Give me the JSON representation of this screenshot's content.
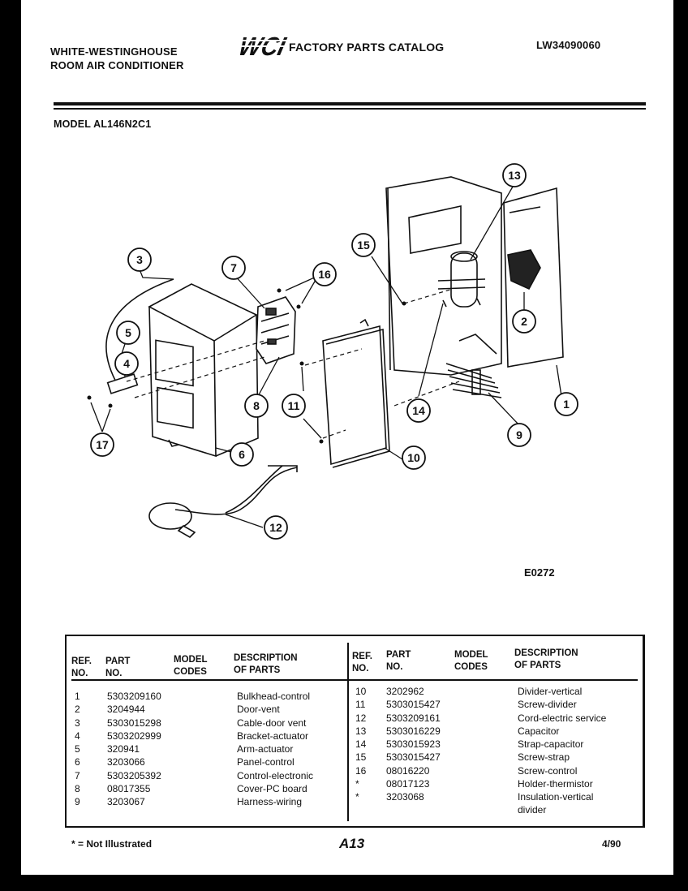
{
  "header": {
    "brand_line1": "WHITE-WESTINGHOUSE",
    "brand_line2": "ROOM AIR CONDITIONER",
    "logo_text": "WCI",
    "catalog_title": "FACTORY PARTS CATALOG",
    "catalog_number": "LW34090060",
    "model": "MODEL AL146N2C1"
  },
  "diagram": {
    "callouts": [
      "1",
      "2",
      "3",
      "4",
      "5",
      "6",
      "7",
      "8",
      "9",
      "10",
      "11",
      "12",
      "13",
      "14",
      "15",
      "16",
      "17"
    ],
    "drawing_code": "E0272"
  },
  "table": {
    "headers": {
      "ref_no": [
        "REF.",
        "NO."
      ],
      "part_no": [
        "PART",
        "NO."
      ],
      "model_codes": [
        "MODEL",
        "CODES"
      ],
      "description": [
        "DESCRIPTION",
        "OF PARTS"
      ]
    },
    "left_rows": [
      {
        "ref": "1",
        "part": "5303209160",
        "desc": "Bulkhead-control"
      },
      {
        "ref": "2",
        "part": "3204944",
        "desc": "Door-vent"
      },
      {
        "ref": "3",
        "part": "5303015298",
        "desc": "Cable-door vent"
      },
      {
        "ref": "4",
        "part": "5303202999",
        "desc": "Bracket-actuator"
      },
      {
        "ref": "5",
        "part": "320941",
        "desc": "Arm-actuator"
      },
      {
        "ref": "6",
        "part": "3203066",
        "desc": "Panel-control"
      },
      {
        "ref": "7",
        "part": "5303205392",
        "desc": "Control-electronic"
      },
      {
        "ref": "8",
        "part": "08017355",
        "desc": "Cover-PC board"
      },
      {
        "ref": "9",
        "part": "3203067",
        "desc": "Harness-wiring"
      }
    ],
    "right_rows": [
      {
        "ref": "10",
        "part": "3202962",
        "desc": "Divider-vertical"
      },
      {
        "ref": "11",
        "part": "5303015427",
        "desc": "Screw-divider"
      },
      {
        "ref": "12",
        "part": "5303209161",
        "desc": "Cord-electric service"
      },
      {
        "ref": "13",
        "part": "5303016229",
        "desc": "Capacitor"
      },
      {
        "ref": "14",
        "part": "5303015923",
        "desc": "Strap-capacitor"
      },
      {
        "ref": "15",
        "part": "5303015427",
        "desc": "Screw-strap"
      },
      {
        "ref": "16",
        "part": "08016220",
        "desc": "Screw-control"
      },
      {
        "ref": "*",
        "part": "08017123",
        "desc": "Holder-thermistor"
      },
      {
        "ref": "*",
        "part": "3203068",
        "desc": "Insulation-vertical",
        "desc2": "divider"
      }
    ]
  },
  "footer": {
    "note": "* = Not Illustrated",
    "page": "A13",
    "date": "4/90"
  }
}
